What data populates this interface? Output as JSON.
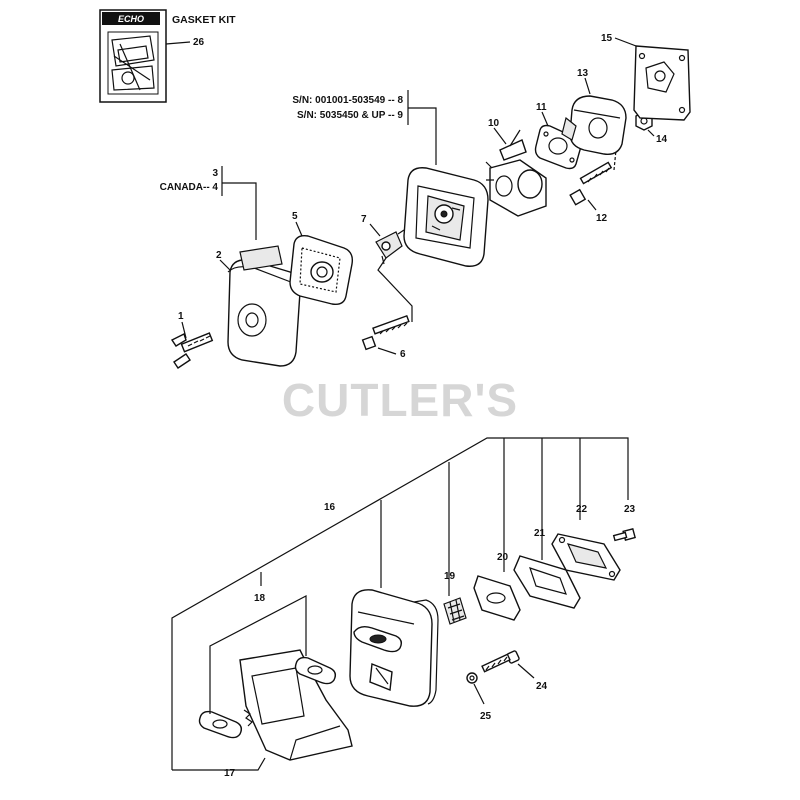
{
  "title": "GASKET KIT",
  "logo_text": "ECHO",
  "watermark": "CUTLER'S",
  "serial_labels": {
    "line1": "S/N: 001001-503549 -- 8",
    "line2": "S/N: 5035450 & UP -- 9"
  },
  "canada_labels": {
    "line1": "3",
    "line2": "CANADA-- 4"
  },
  "callouts": {
    "c1": "1",
    "c2": "2",
    "c5": "5",
    "c6": "6",
    "c7": "7",
    "c10": "10",
    "c11": "11",
    "c12": "12",
    "c13": "13",
    "c14": "14",
    "c15": "15",
    "c16": "16",
    "c17": "17",
    "c18": "18",
    "c19": "19",
    "c20": "20",
    "c21": "21",
    "c22": "22",
    "c23": "23",
    "c24": "24",
    "c25": "25",
    "c26": "26"
  }
}
